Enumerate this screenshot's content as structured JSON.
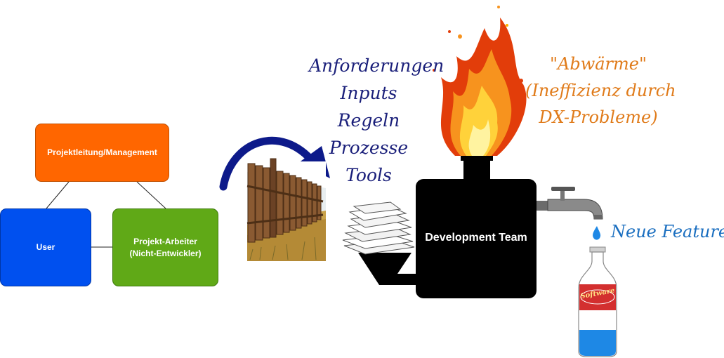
{
  "boxes": {
    "management": {
      "label": "Projektleitung/Management",
      "color": "#ff6600"
    },
    "user": {
      "label": "User",
      "color": "#0050ef"
    },
    "worker": {
      "line1": "Projekt-Arbeiter",
      "line2": "(Nicht-Entwickler)",
      "color": "#60a917"
    }
  },
  "inputs": [
    "Anforderungen",
    "Inputs",
    "Regeln",
    "Prozesse",
    "Tools"
  ],
  "team_label": "Development Team",
  "waste_heat": {
    "line1": "\"Abwärme\"",
    "line2": "(Ineffizienz durch",
    "line3": "DX-Probleme)",
    "color": "#e07b1a"
  },
  "output": {
    "label": "Neue Features",
    "color": "#1b6fc0"
  },
  "bottle_label": "Software",
  "colors": {
    "arrow": "#0d1a8a",
    "machine": "#000000",
    "water": "#1e88e5"
  },
  "icons": [
    "fence-icon",
    "paper-stack-icon",
    "fire-icon",
    "faucet-icon",
    "water-drop-icon",
    "bottle-icon"
  ]
}
